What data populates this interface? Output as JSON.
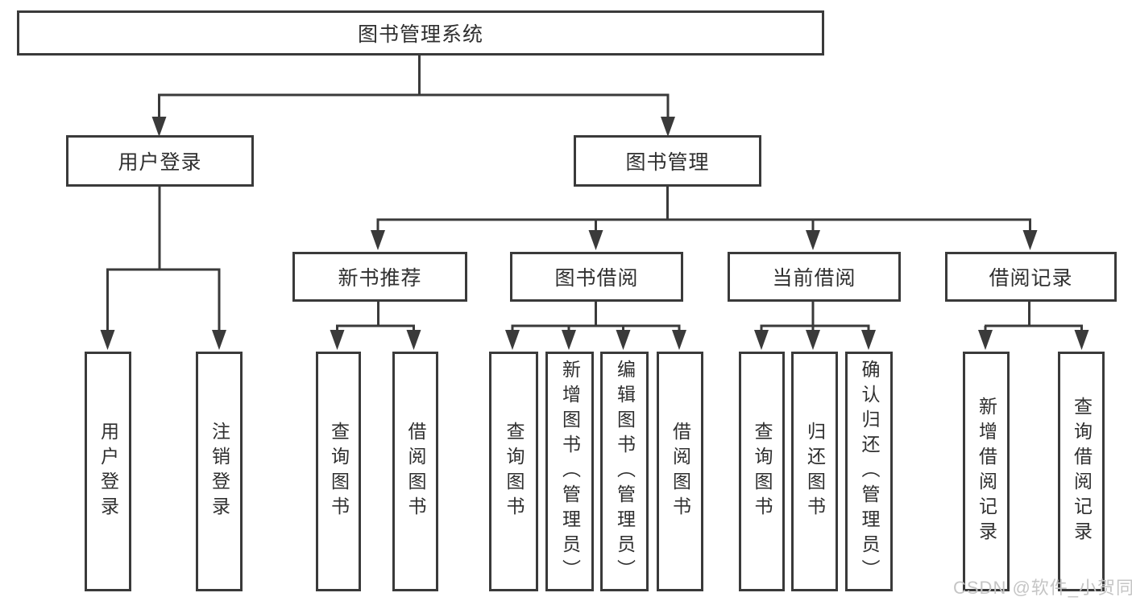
{
  "diagram": {
    "root": {
      "label": "图书管理系统"
    },
    "branches": [
      {
        "label": "用户登录",
        "children": [
          "用户登录",
          "注销登录"
        ]
      },
      {
        "label": "图书管理",
        "sections": [
          {
            "label": "新书推荐",
            "children": [
              "查询图书",
              "借阅图书"
            ]
          },
          {
            "label": "图书借阅",
            "children": [
              "查询图书",
              "新增图书（管理员）",
              "编辑图书（管理员）",
              "借阅图书"
            ]
          },
          {
            "label": "当前借阅",
            "children": [
              "查询图书",
              "归还图书",
              "确认归还（管理员）"
            ]
          },
          {
            "label": "借阅记录",
            "children": [
              "新增借阅记录",
              "查询借阅记录"
            ]
          }
        ]
      }
    ]
  },
  "colors": {
    "line": "#3a3a3a",
    "box_border": "#3a3a3a",
    "text": "#2f2f2f",
    "background": "#ffffff",
    "watermark": "#c5c5c5"
  },
  "watermark": {
    "text": "CSDN @软件_小贺同学"
  }
}
